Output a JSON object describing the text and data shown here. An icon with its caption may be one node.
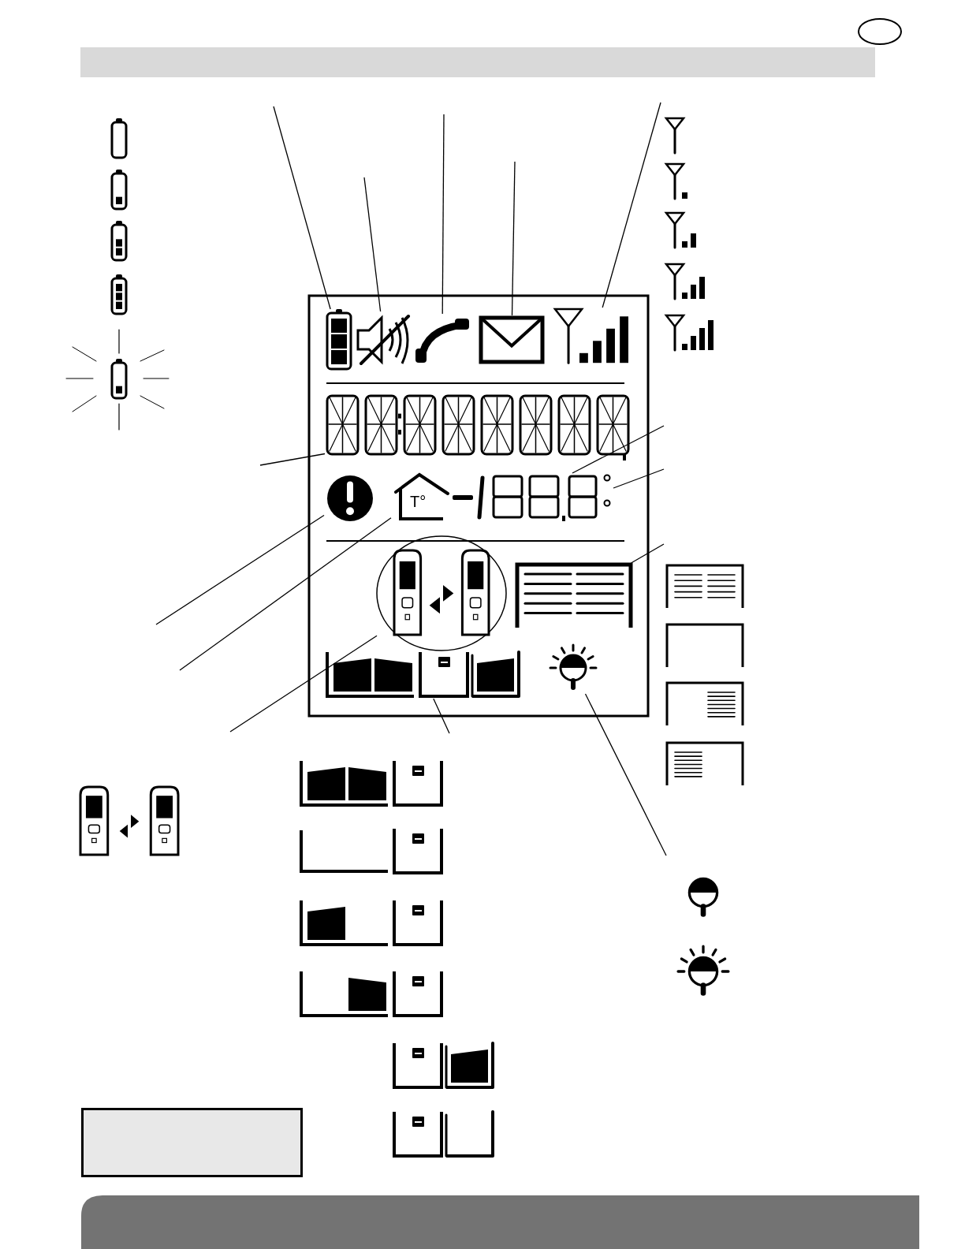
{
  "diagram": {
    "nodes": [
      {
        "text": [],
        "shape": "battery"
      },
      {
        "text": [],
        "shape": "speaker"
      },
      {
        "text": [],
        "shape": "phone"
      },
      {
        "text": [],
        "shape": "envelope"
      },
      {
        "text": [],
        "shape": "antenna"
      },
      {
        "text": [],
        "shape": "display"
      },
      {
        "text": [],
        "shape": "circle"
      },
      {
        "text": [
          "T°"
        ]
      },
      {
        "text": [],
        "shape": "digits"
      },
      {
        "text": [],
        "shape": "degree"
      },
      {
        "text": [],
        "shape": "door"
      },
      {
        "text": [],
        "shape": "ellipse"
      },
      {
        "text": [],
        "shape": "gate"
      },
      {
        "text": [],
        "shape": "lamp"
      },
      {
        "text": [],
        "shape": "box"
      }
    ],
    "edges": [
      {
        "from": null,
        "to": 0,
        "arrow": "none"
      },
      {
        "from": null,
        "to": 1,
        "arrow": "none"
      },
      {
        "from": null,
        "to": 2,
        "arrow": "none"
      },
      {
        "from": null,
        "to": 3,
        "arrow": "none"
      },
      {
        "from": null,
        "to": 4,
        "arrow": "none"
      },
      {
        "from": null,
        "to": 5,
        "arrow": "none"
      },
      {
        "from": null,
        "to": 6,
        "arrow": "none"
      },
      {
        "from": null,
        "to": 7,
        "arrow": "none"
      },
      {
        "from": null,
        "to": 8,
        "arrow": "none"
      },
      {
        "from": null,
        "to": 9,
        "arrow": "none"
      },
      {
        "from": null,
        "to": 10,
        "arrow": "none"
      },
      {
        "from": null,
        "to": 11,
        "arrow": "none"
      },
      {
        "from": null,
        "to": 12,
        "arrow": "none"
      },
      {
        "from": null,
        "to": 13,
        "arrow": "none"
      }
    ]
  }
}
